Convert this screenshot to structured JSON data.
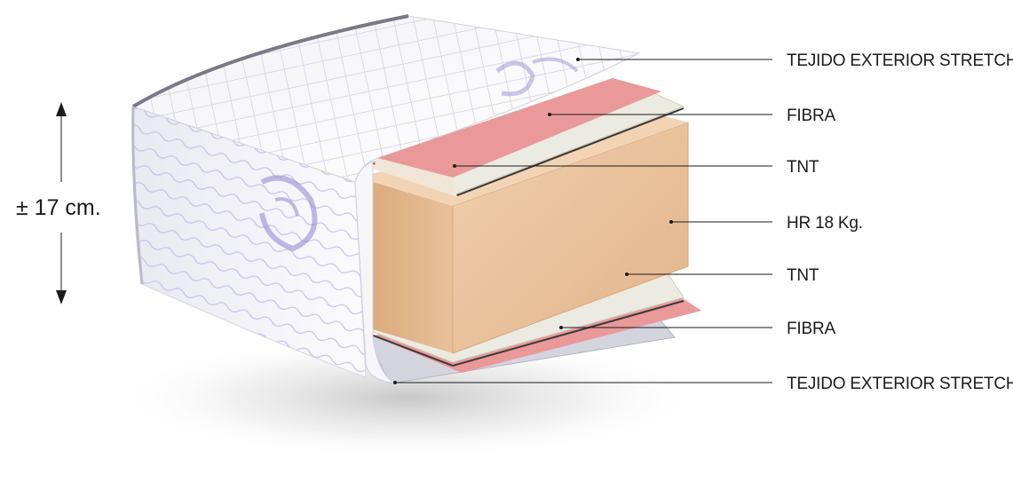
{
  "diagram": {
    "thickness_label": "± 17 cm.",
    "layers": [
      {
        "label": "TEJIDO EXTERIOR STRETCH"
      },
      {
        "label": "FIBRA"
      },
      {
        "label": "TNT"
      },
      {
        "label": "HR 18 Kg."
      },
      {
        "label": "TNT"
      },
      {
        "label": "FIBRA"
      },
      {
        "label": "TEJIDO EXTERIOR STRETCH"
      }
    ],
    "colors": {
      "foam": "#e9c29d",
      "fibra": "#e88f8f",
      "tnt": "#eceae0",
      "fabric": "#f6f6fb",
      "fabric_pattern": "#a59ad8",
      "text": "#1b1b1b"
    }
  }
}
